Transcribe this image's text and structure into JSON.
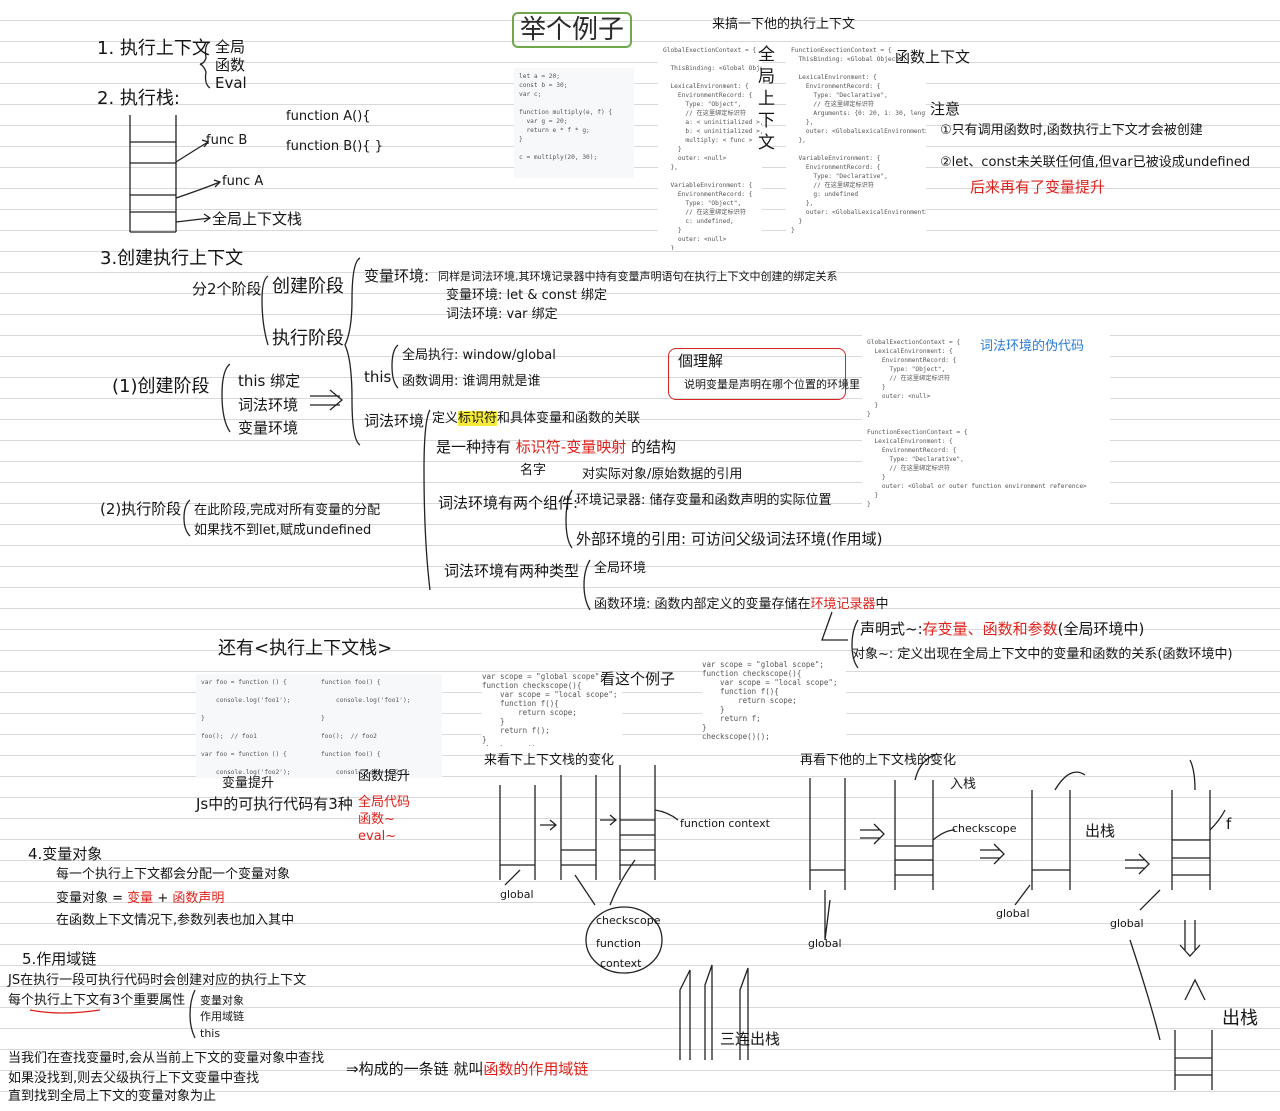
{
  "sec1": {
    "title": "1. 执行上下文",
    "items": [
      "全局",
      "函数",
      "Eval"
    ]
  },
  "sec2": {
    "title": "2. 执行栈:",
    "stack_labels": [
      "func B",
      "func A",
      "全局上下文栈"
    ],
    "functions": [
      "function A(){",
      "function B(){ }"
    ]
  },
  "example": {
    "title": "举个例子",
    "subtitle": "来搞一下他的执行上下文",
    "global_label": "全局上下文",
    "function_label": "函数上下文",
    "code": "let a = 20;\nconst b = 30;\nvar c;\n\nfunction multiply(e, f) {\n  var g = 20;\n  return e * f * g;\n}\n\nc = multiply(20, 30);",
    "global_ctx": "GlobalExectionContext = {\n\n  ThisBinding: <Global Object>,\n\n  LexicalEnvironment: {\n    EnvironmentRecord: {\n      Type: \"Object\",\n      // 在这里绑定标识符\n      a: < uninitialized >,\n      b: < uninitialized >,\n      multiply: < func >\n    }\n    outer: <null>\n  },\n\n  VariableEnvironment: {\n    EnvironmentRecord: {\n      Type: \"Object\",\n      // 在这里绑定标识符\n      c: undefined,\n    }\n    outer: <null>\n  }\n}",
    "function_ctx": "FunctionExectionContext = {\n  ThisBinding: <Global Object>,\n\n  LexicalEnvironment: {\n    EnvironmentRecord: {\n      Type: \"Declarative\",\n      // 在这里绑定标识符\n      Arguments: {0: 20, 1: 30, length: 2},\n    },\n    outer: <GlobalLexicalEnvironment>\n  },\n\n  VariableEnvironment: {\n    EnvironmentRecord: {\n      Type: \"Declarative\",\n      // 在这里绑定标识符\n      g: undefined\n    },\n    outer: <GlobalLexicalEnvironment>\n  }\n}"
  },
  "note": {
    "title": "注意",
    "items": [
      "①只有调用函数时,函数执行上下文才会被创建",
      "②let、const未关联任何值,但var已被设成undefined"
    ],
    "red": "后来再有了变量提升"
  },
  "sec3": {
    "title": "3.创建执行上下文",
    "phases": "分2个阶段",
    "phase_items": [
      "创建阶段",
      "执行阶段"
    ],
    "create_title": "(1)创建阶段",
    "create_items": [
      "this 绑定",
      "词法环境",
      "变量环境"
    ],
    "var_env_label": "变量环境:",
    "var_env_lines": [
      "同样是词法环境,其环境记录器中持有变量声明语句在执行上下文中创建的绑定关系",
      "变量环境: let & const 绑定",
      "词法环境: var 绑定"
    ],
    "this_label": "this",
    "this_lines": [
      "全局执行: window/global",
      "函数调用: 谁调用就是谁"
    ],
    "lex_label": "词法环境",
    "lex_line1_pre": "定义",
    "lex_line1_hl": "标识符",
    "lex_line1_post": "和具体变量和函数的关联",
    "lex_line2_pre": "是一种持有",
    "lex_line2_red": "标识符-变量映射",
    "lex_line2_post": "的结构",
    "lex_line3": "名字",
    "lex_line3b": "对实际对象/原始数据的引用",
    "lex_comp_label": "词法环境有两个组件:",
    "lex_comp1": "环境记录器: 储存变量和函数声明的实际位置",
    "lex_comp2": "外部环境的引用: 可访问父级词法环境(作用域)",
    "lex_types_label": "词法环境有两种类型",
    "lex_type1": "全局环境",
    "lex_type2_pre": "函数环境: 函数内部定义的变量存储在",
    "lex_type2_red": "环境记录器",
    "lex_type2_post": "中",
    "decl_pre": "声明式~:",
    "decl_red": "存变量、函数和参数",
    "decl_post": "(全局环境中)",
    "obj_line": "对象~: 定义出现在全局上下文中的变量和函数的关系(函数环境中)",
    "understand_title": "個理解",
    "understand_body": "说明变量是声明在哪个位置的环境里",
    "exec_title": "(2)执行阶段",
    "exec_lines": [
      "在此阶段,完成对所有变量的分配",
      "如果找不到let,赋成undefined"
    ]
  },
  "lex_code": {
    "title": "词法环境的伪代码",
    "text": "GlobalExectionContext = {\n  LexicalEnvironment: {\n    EnvironmentRecord: {\n      Type: \"Object\",\n      // 在这里绑定标识符\n    }\n    outer: <null>\n  }\n}\n\nFunctionExectionContext = {\n  LexicalEnvironment: {\n    EnvironmentRecord: {\n      Type: \"Declarative\",\n      // 在这里绑定标识符\n    }\n    outer: <Global or outer function environment reference>\n  }\n}"
  },
  "stack_more": {
    "title": "还有<执行上下文栈>",
    "code1": "var foo = function () {\n\n    console.log('foo1');\n\n}\n\nfoo();  // foo1\n\nvar foo = function () {\n\n    console.log('foo2');\n\n}\n\nfoo(); // foo2",
    "code2": "function foo() {\n\n    console.log('foo1');\n\n}\n\nfoo();  // foo2\n\nfunction foo() {\n\n    console.log('foo2');\n\n}\n\nfoo(); // foo2",
    "label1": "变量提升",
    "label2": "函数提升",
    "js_kinds": "Js中的可执行代码有3种",
    "js_kinds_red": [
      "全局代码",
      "函数~",
      "eval~"
    ]
  },
  "example2": {
    "title": "看这个例子",
    "code1": "var scope = \"global scope\";\nfunction checkscope(){\n    var scope = \"local scope\";\n    function f(){\n        return scope;\n    }\n    return f();\n}\ncheckscope();",
    "code2": "var scope = \"global scope\";\nfunction checkscope(){\n    var scope = \"local scope\";\n    function f(){\n        return scope;\n    }\n    return f;\n}\ncheckscope()();",
    "left_caption": "来看下上下文栈的变化",
    "right_caption": "再看下他的上下文栈的变化",
    "labels": {
      "func_ctx": "function context",
      "global": "global",
      "bubble1": "checkscope",
      "bubble2": "function",
      "bubble3": "context",
      "three_pop": "三连出栈",
      "push": "入栈",
      "checkscope": "checkscope",
      "pop": "出栈",
      "f": "f",
      "pop2": "出栈"
    }
  },
  "sec4": {
    "title": "4.变量对象",
    "line1": "每一个执行上下文都会分配一个变量对象",
    "line2_pre": "变量对象 =",
    "line2_a": "变量",
    "line2_plus": "+",
    "line2_b": "函数声明",
    "line3": "在函数上下文情况下,参数列表也加入其中"
  },
  "sec5": {
    "title": "5.作用域链",
    "line1": "JS在执行一段可执行代码时会创建对应的执行上下文",
    "line2": "每个执行上下文有3个重要属性",
    "props": [
      "变量对象",
      "作用域链",
      "this"
    ],
    "line3": "当我们在查找变量时,会从当前上下文的变量对象中查找",
    "line4": "如果没找到,则去父级执行上下文变量中查找",
    "line5": "直到找到全局上下文的变量对象为止",
    "concl_pre": "⇒构成的一条链 就叫",
    "concl_red": "函数的作用域链"
  }
}
